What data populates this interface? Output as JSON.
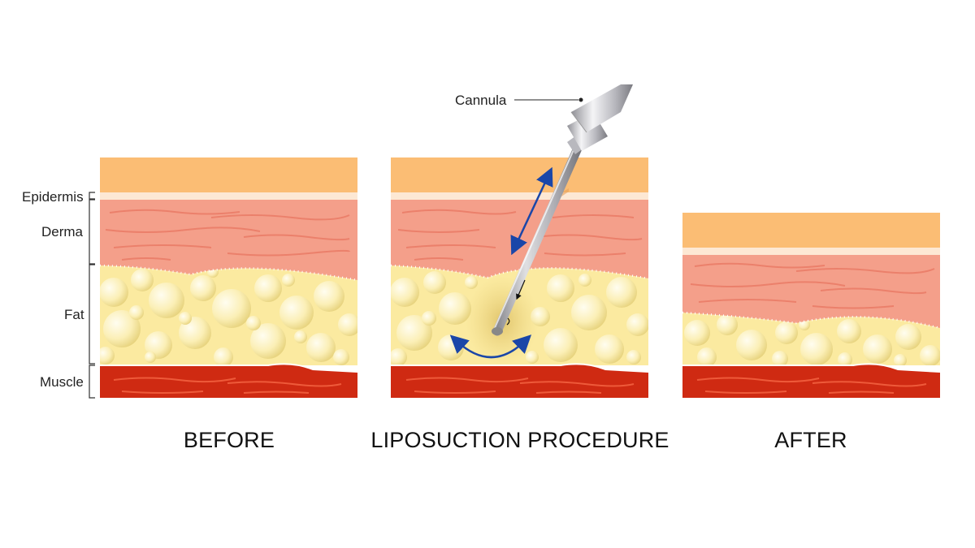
{
  "labels": {
    "epidermis": "Epidermis",
    "derma": "Derma",
    "fat": "Fat",
    "muscle": "Muscle",
    "cannula": "Cannula"
  },
  "panels": {
    "before": "BEFORE",
    "procedure": "LIPOSUCTION PROCEDURE",
    "after": "AFTER"
  },
  "colors": {
    "epidermis": "#fbbd74",
    "epidermis_base": "#fde8d4",
    "derma": "#f49f8a",
    "derma_fibers": "#ea7b66",
    "fat": "#fbeaa0",
    "fat_bubble": "#fff4c4",
    "muscle": "#cf2a12",
    "muscle_fibers": "#ee5a3a",
    "arrow": "#1a46a8",
    "cannula_metal": "#c8c8cc"
  },
  "icons": [
    "bracket-icon",
    "cannula-icon",
    "double-arrow-icon",
    "curved-arrow-icon"
  ]
}
